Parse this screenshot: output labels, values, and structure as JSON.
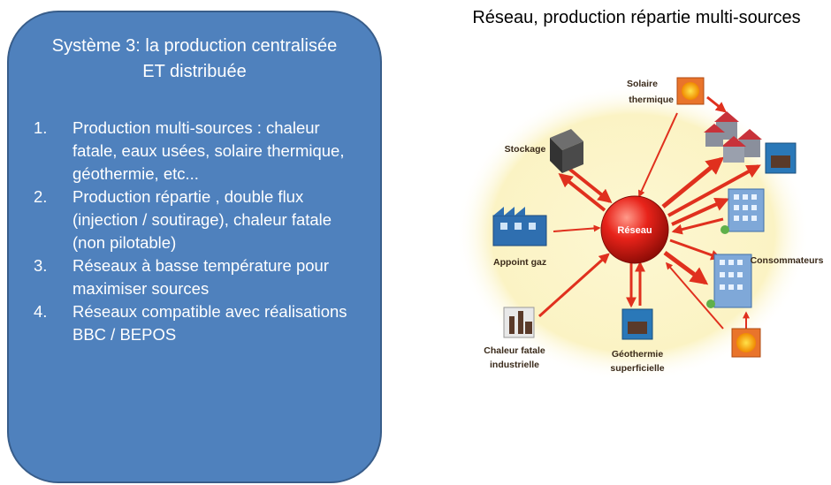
{
  "left_panel": {
    "title": "Système 3: la production centralisée ET distribuée",
    "items": [
      {
        "num": "1.",
        "text": "Production multi-sources : chaleur fatale, eaux usées, solaire thermique, géothermie, etc..."
      },
      {
        "num": "2.",
        "text": "Production  répartie , double flux (injection / soutirage), chaleur fatale (non pilotable)"
      },
      {
        "num": "3.",
        "text": "Réseaux à basse température pour maximiser sources"
      },
      {
        "num": "4.",
        "text": "Réseaux compatible avec réalisations BBC / BEPOS"
      }
    ]
  },
  "right_title": "Réseau, production répartie multi-sources",
  "diagram": {
    "center_label": "Réseau",
    "labels": {
      "solaire_1": "Solaire",
      "solaire_2": "thermique",
      "stockage": "Stockage",
      "appoint": "Appoint gaz",
      "chaleur_1": "Chaleur fatale",
      "chaleur_2": "industrielle",
      "geo_1": "Géothermie",
      "geo_2": "superficielle",
      "consommateurs": "Consommateurs"
    },
    "colors": {
      "panel_fill": "#4f81bd",
      "panel_border": "#385d8a",
      "arrow": "#e0301e",
      "center": "#e8231a",
      "halo": "#fbf3c4"
    }
  }
}
